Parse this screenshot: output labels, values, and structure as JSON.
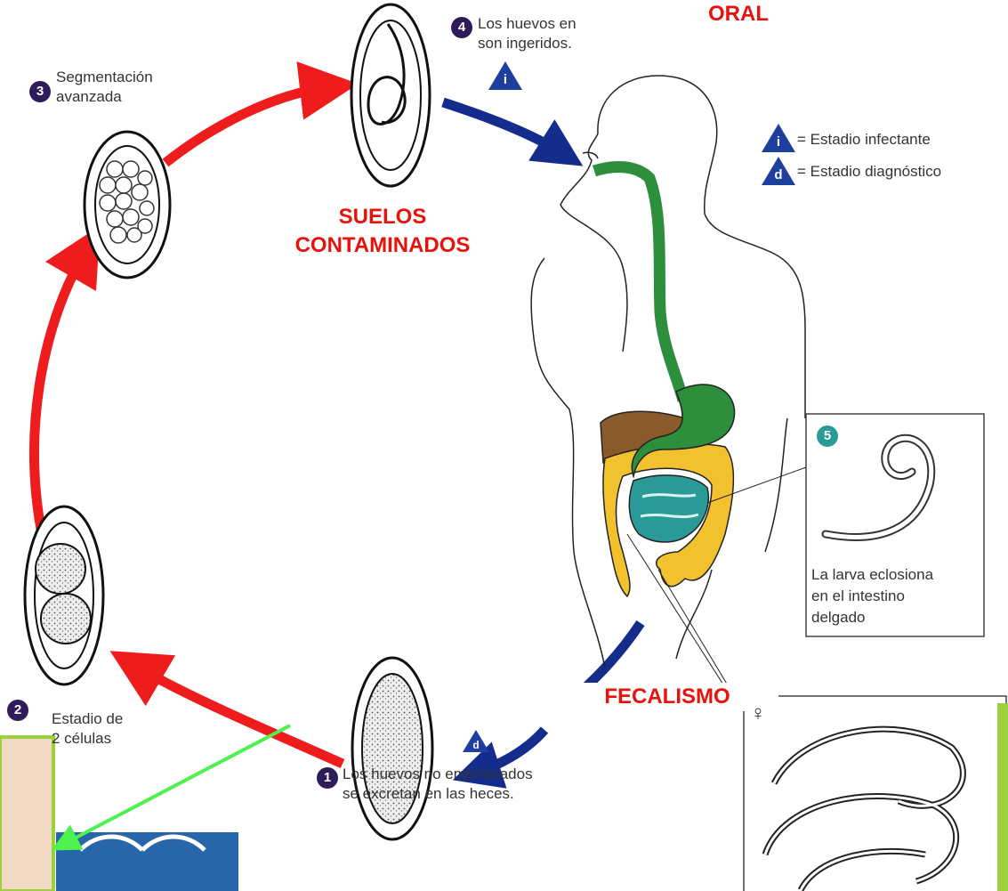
{
  "title_oral": "ORAL",
  "title_suelos": "SUELOS\nCONTAMINADOS",
  "title_fecalismo": "FECALISMO",
  "stages": {
    "s1": {
      "num": "1",
      "text": "Los huevos no embrionados\nse excretan en las heces."
    },
    "s2": {
      "num": "2",
      "text": "Estadio de\n2 células"
    },
    "s3": {
      "num": "3",
      "text": "Segmentación\navanzada"
    },
    "s4": {
      "num": "4",
      "text": "Los huevos en\nson ingeridos."
    },
    "s5": {
      "num": "5",
      "text": "La larva eclosiona\nen el intestino\ndelgado"
    }
  },
  "legend": {
    "infective_symbol": "i",
    "infective_text": "= Estadio infectante",
    "diagnostic_symbol": "d",
    "diagnostic_text": "= Estadio diagnóstico"
  },
  "adult_symbol": "♀",
  "colors": {
    "red_arrow": "#ee1c1c",
    "blue_arrow": "#142c8c",
    "title_red": "#e8120c",
    "digestive_green": "#2d8f3b",
    "small_intestine": "#2a9a98",
    "large_intestine": "#f2c12e",
    "liver": "#8b5a2b",
    "frame_green": "#9bd13a"
  }
}
